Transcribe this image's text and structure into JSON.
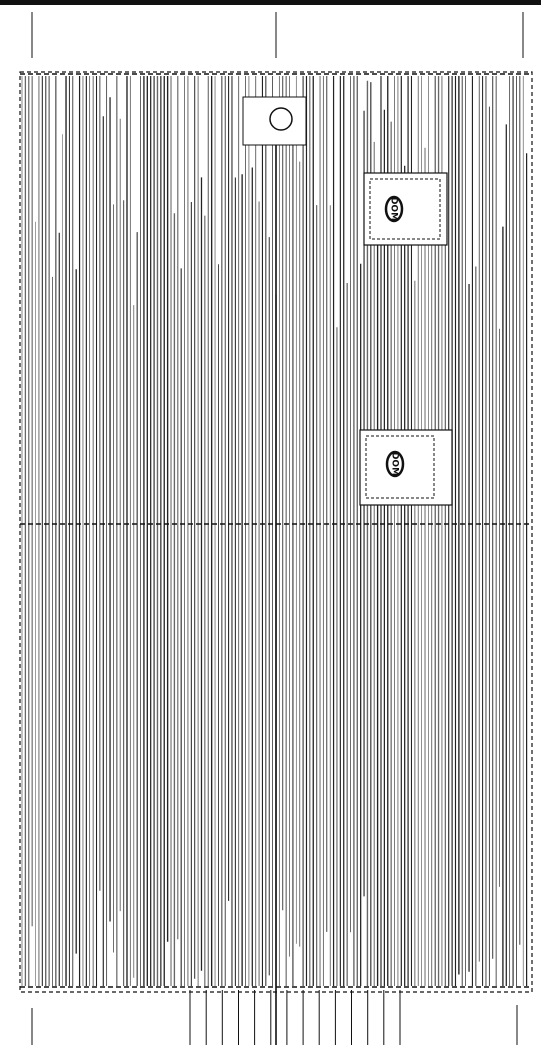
{
  "drawing": {
    "title": "",
    "colors": {
      "background": "#ffffff",
      "line": "#111111",
      "stripe": "#222222",
      "hatch": "#666666"
    },
    "badges": [
      {
        "label": "DOM",
        "icon": "round-badge-icon"
      },
      {
        "label": "DOM",
        "icon": "round-badge-icon"
      }
    ],
    "ring_icon": "circle-icon",
    "stripe_count": 150,
    "connector_lead_count": 14
  }
}
